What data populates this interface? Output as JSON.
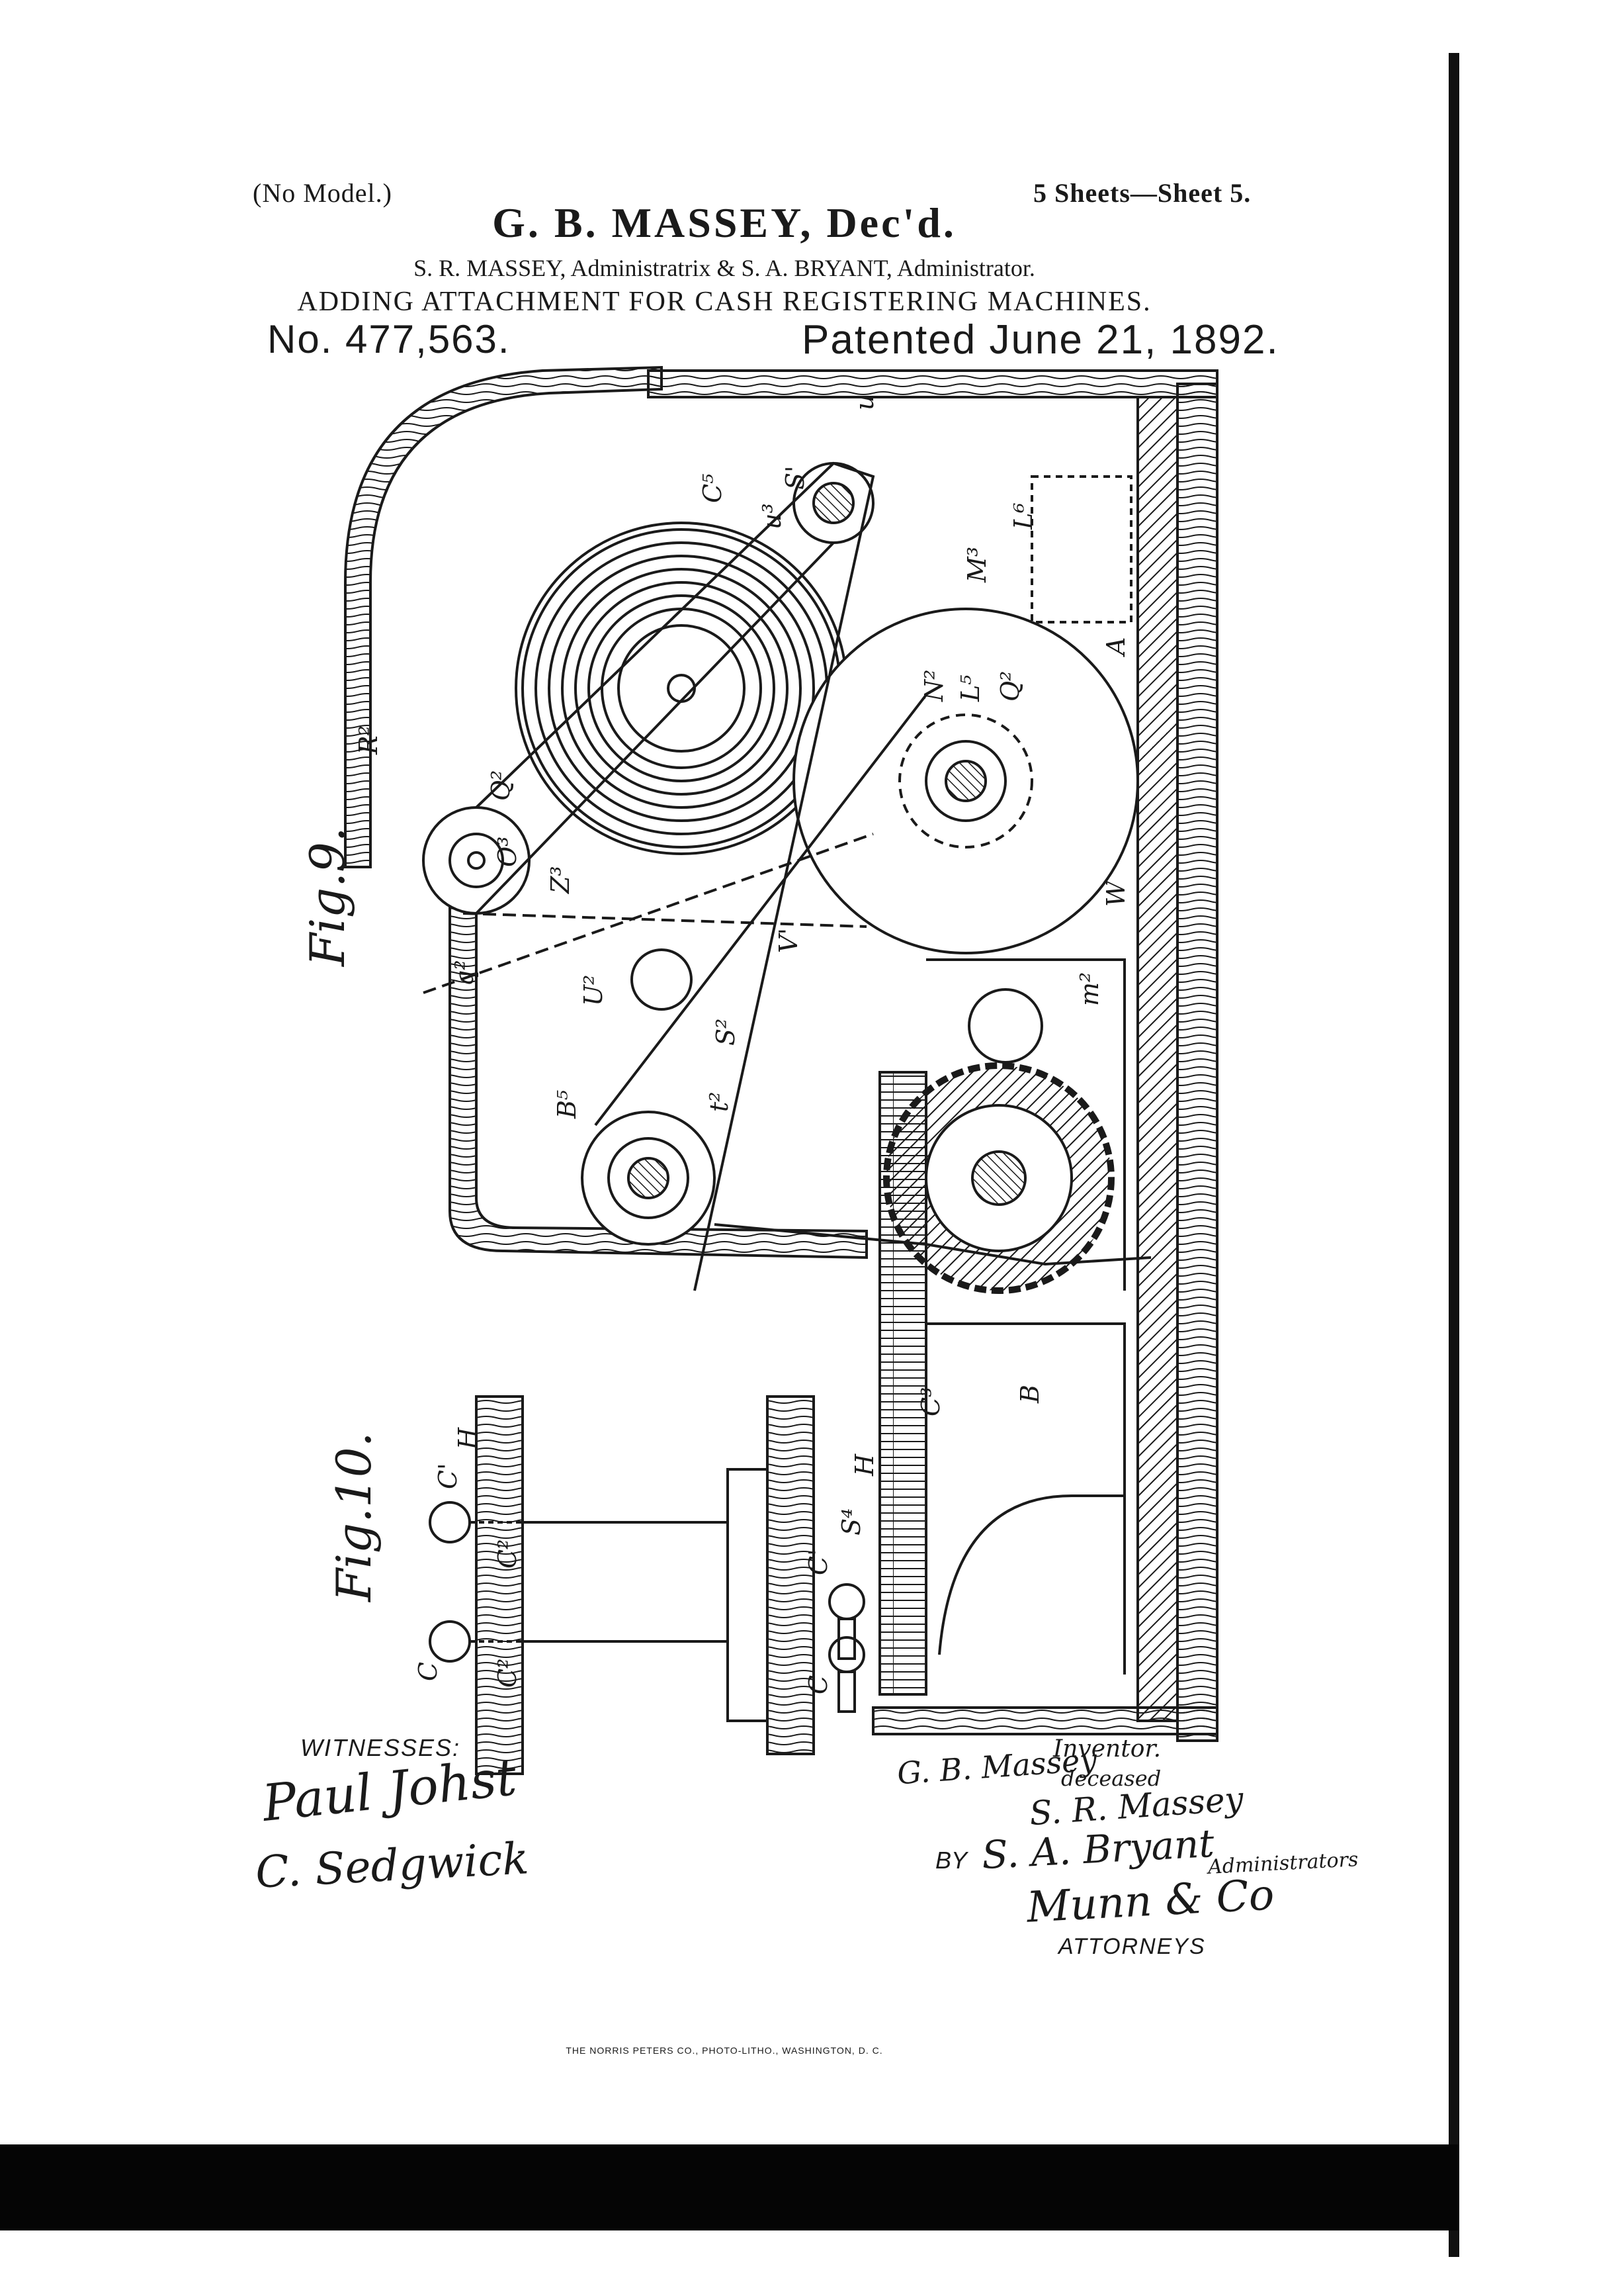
{
  "header": {
    "no_model": "(No Model.)",
    "sheets": "5 Sheets—Sheet 5.",
    "inventor": "G. B. MASSEY, Dec'd.",
    "administrators": "S. R. MASSEY, Administratrix & S. A. BRYANT, Administrator.",
    "title": "ADDING ATTACHMENT FOR CASH REGISTERING MACHINES.",
    "patent_number": "No. 477,563.",
    "patent_date": "Patented June 21, 1892."
  },
  "figures": {
    "fig9": "Fig.9.",
    "fig10": "Fig.10."
  },
  "reference_labels": [
    "C⁵",
    "S'",
    "u³",
    "u",
    "L⁶",
    "M³",
    "A",
    "N²",
    "L⁵",
    "Q²",
    "R²",
    "Q²",
    "O³",
    "Z³",
    "W",
    "V'",
    "U²",
    "S²",
    "t²",
    "B⁵",
    "q²",
    "m²",
    "B",
    "C³",
    "H",
    "S⁴",
    "C'",
    "C",
    "C'",
    "H",
    "C²",
    "C²",
    "C"
  ],
  "signatures": {
    "witnesses_label": "WITNESSES:",
    "witness_1": "Paul Johst",
    "witness_2": "C. Sedgwick",
    "inventor_label": "Inventor.",
    "inventor_sig": "G. B. Massey",
    "deceased": "deceased",
    "admin_1": "S. R. Massey",
    "by": "BY",
    "admin_2": "S. A. Bryant",
    "admin_2_title": "Administrators",
    "attorneys_sig": "Munn & Co",
    "attorneys_label": "ATTORNEYS"
  },
  "printer": "THE NORRIS PETERS CO., PHOTO-LITHO., WASHINGTON, D. C.",
  "colors": {
    "ink": "#1a1a1a",
    "paper": "#ffffff",
    "border": "#050505"
  }
}
